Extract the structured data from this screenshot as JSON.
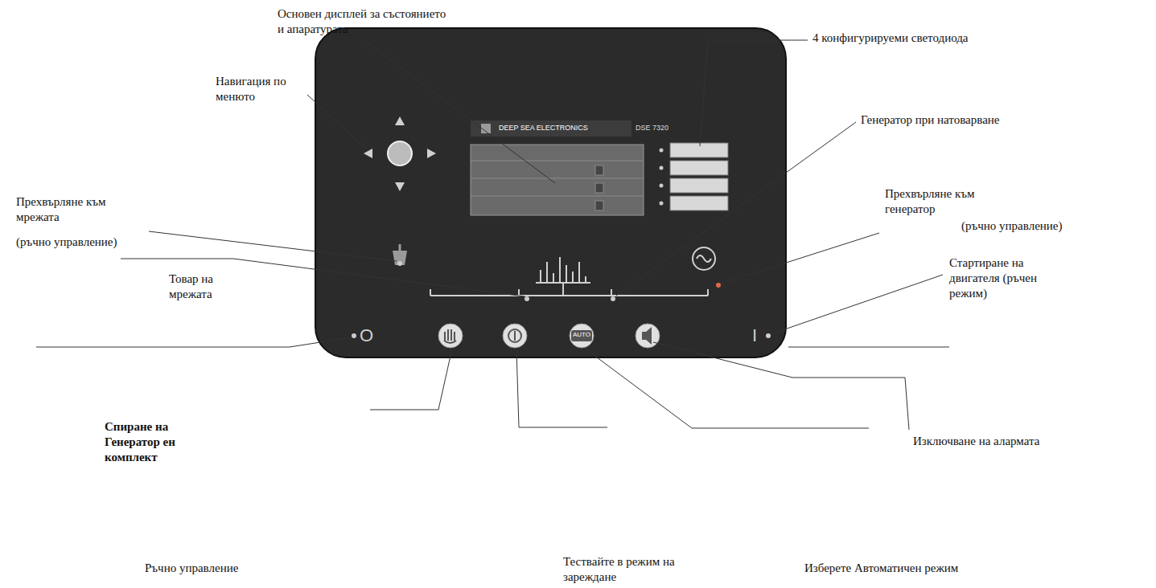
{
  "diagram": {
    "labels": [
      "Основен дисплей за състоянието и апаратурата",
      "4 конфигурируеми светодиода",
      "Навигация по менюто",
      "Генератор при натоварване",
      "Прехвърляне към мрежата",
      "(ръчно управление)",
      "Прехвърляне към генератор",
      "(ръчно управление)",
      "Товар на мрежата",
      "Стартиране на двигателя (ръчен режим)",
      "Спиране на Генератор ен комплект",
      "Изключване на алармата",
      "Ръчно управление",
      "Тествайте в режим на зареждане",
      "Изберете Автоматичен режим",
      "DEEP SEA ELECTRONICS",
      "DSE 7320",
      "O",
      "I",
      "AUTO"
    ]
  }
}
